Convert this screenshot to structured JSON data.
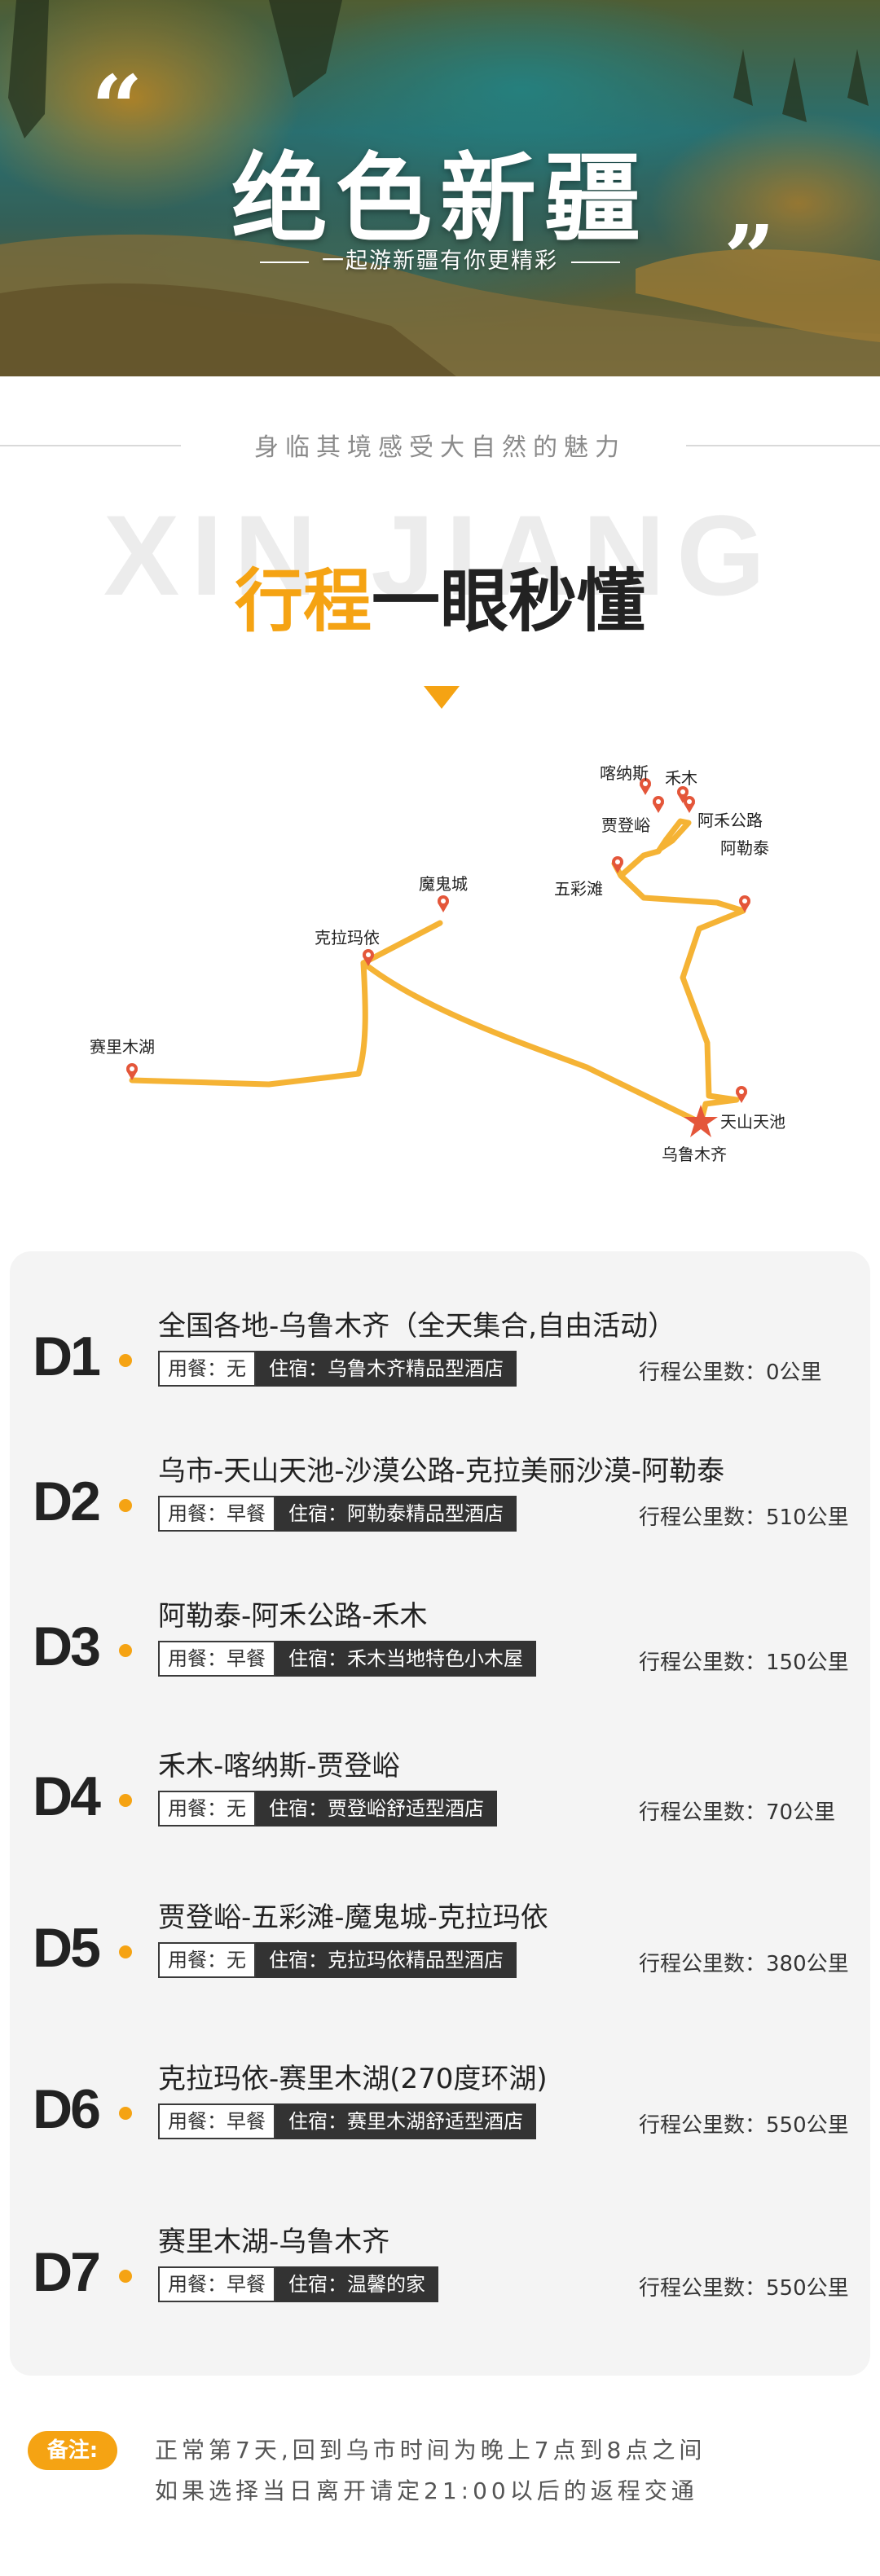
{
  "hero": {
    "title": "绝色新疆",
    "subtitle": "一起游新疆有你更精彩",
    "quote_open": "“",
    "quote_close": "”"
  },
  "tagline": "身临其境感受大自然的魅力",
  "section": {
    "watermark": "XIN JIANG",
    "title_highlight": "行程",
    "title_rest": "一眼秒懂"
  },
  "map": {
    "route_color": "#f5b335",
    "pin_color": "#e4563a",
    "places": {
      "kanasi": "喀纳斯",
      "hemu": "禾木",
      "jiadengyu": "贾登峪",
      "aheroad": "阿禾公路",
      "altay": "阿勒泰",
      "wucaitan": "五彩滩",
      "moguicheng": "魔鬼城",
      "karamay": "克拉玛依",
      "sayram": "赛里木湖",
      "tianchi": "天山天池",
      "urumqi": "乌鲁木齐"
    }
  },
  "itinerary": {
    "days": [
      {
        "code": "D1",
        "route": "全国各地-乌鲁木齐（全天集合,自由活动）",
        "meal": "用餐：无",
        "stay": "住宿：乌鲁木齐精品型酒店",
        "km": "行程公里数：0公里"
      },
      {
        "code": "D2",
        "route": "乌市-天山天池-沙漠公路-克拉美丽沙漠-阿勒泰",
        "meal": "用餐：早餐",
        "stay": "住宿：阿勒泰精品型酒店",
        "km": "行程公里数：510公里"
      },
      {
        "code": "D3",
        "route": "阿勒泰-阿禾公路-禾木",
        "meal": "用餐：早餐",
        "stay": "住宿：禾木当地特色小木屋",
        "km": "行程公里数：150公里"
      },
      {
        "code": "D4",
        "route": "禾木-喀纳斯-贾登峪",
        "meal": "用餐：无",
        "stay": "住宿：贾登峪舒适型酒店",
        "km": "行程公里数：70公里"
      },
      {
        "code": "D5",
        "route": "贾登峪-五彩滩-魔鬼城-克拉玛依",
        "meal": "用餐：无",
        "stay": "住宿：克拉玛依精品型酒店",
        "km": "行程公里数：380公里"
      },
      {
        "code": "D6",
        "route": "克拉玛依-赛里木湖(270度环湖)",
        "meal": "用餐：早餐",
        "stay": "住宿：赛里木湖舒适型酒店",
        "km": "行程公里数：550公里"
      },
      {
        "code": "D7",
        "route": "赛里木湖-乌鲁木齐",
        "meal": "用餐：早餐",
        "stay": "住宿：温馨的家",
        "km": "行程公里数：550公里"
      }
    ]
  },
  "note": {
    "label": "备注:",
    "lines": [
      "正常第7天,回到乌市时间为晚上7点到8点之间",
      "如果选择当日离开请定21:00以后的返程交通"
    ]
  },
  "colors": {
    "accent": "#f5a313",
    "dark_tag": "#333333",
    "card_bg": "#f4f4f4"
  }
}
